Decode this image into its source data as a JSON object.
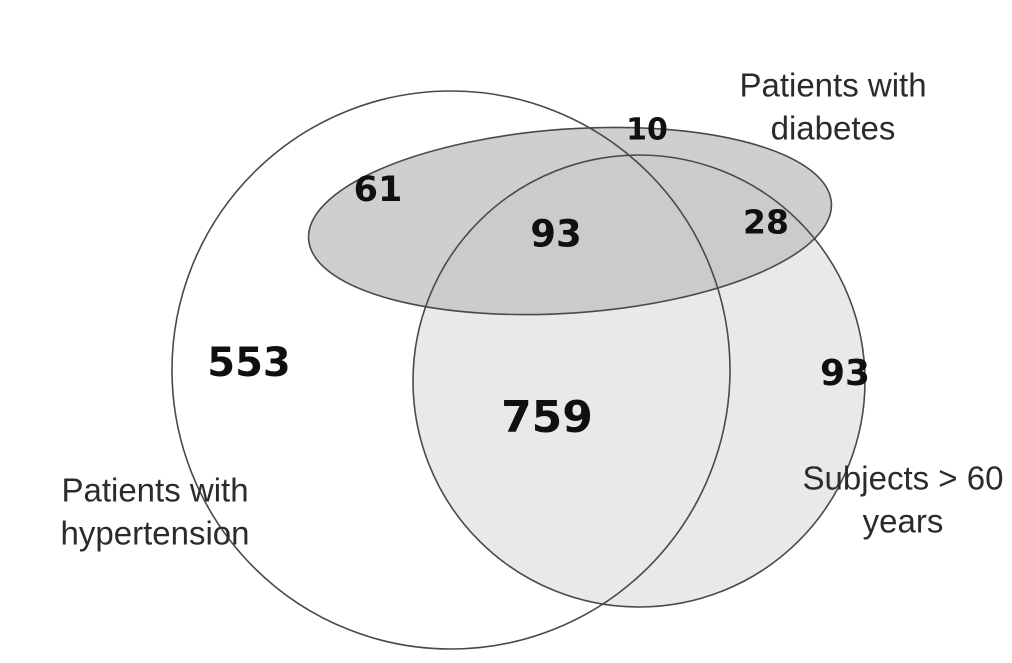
{
  "figure": {
    "type": "venn-diagram",
    "background_color": "#ffffff",
    "set_count": 3
  },
  "chart_data": {
    "type": "venn",
    "title": "",
    "sets": [
      {
        "id": "hypertension",
        "label": "Patients with hypertension",
        "label_line1": "Patients with",
        "label_line2": "hypertension",
        "shape": "circle",
        "fill": "#ffffff",
        "stroke": "#4a4a4a"
      },
      {
        "id": "diabetes",
        "label": "Patients with diabetes",
        "label_line1": "Patients with",
        "label_line2": "diabetes",
        "shape": "ellipse",
        "fill": "#cfcfcf",
        "stroke": "#4a4a4a"
      },
      {
        "id": "over60",
        "label": "Subjects > 60 years",
        "label_line1": "Subjects > 60",
        "label_line2": "years",
        "shape": "circle",
        "fill": "#e9e9e9",
        "stroke": "#4a4a4a"
      }
    ],
    "regions": [
      {
        "id": "hypertension-only",
        "label": "553",
        "value": 553,
        "sets": [
          "hypertension"
        ]
      },
      {
        "id": "diabetes-only",
        "label": "61",
        "value": 61,
        "sets": [
          "diabetes"
        ]
      },
      {
        "id": "over60-only",
        "label": "93",
        "value": 93,
        "sets": [
          "over60"
        ]
      },
      {
        "id": "hypertension-diabetes",
        "label": "10",
        "value": 10,
        "sets": [
          "hypertension",
          "diabetes"
        ]
      },
      {
        "id": "diabetes-over60",
        "label": "28",
        "value": 28,
        "sets": [
          "diabetes",
          "over60"
        ]
      },
      {
        "id": "hypertension-over60",
        "label": "759",
        "value": 759,
        "sets": [
          "hypertension",
          "over60"
        ]
      },
      {
        "id": "all-three",
        "label": "93",
        "value": 93,
        "sets": [
          "hypertension",
          "diabetes",
          "over60"
        ]
      }
    ],
    "counts": {
      "hypertension_only": "553",
      "diabetes_only": "61",
      "over60_only": "93",
      "hypertension_and_diabetes": "10",
      "diabetes_and_over60": "28",
      "hypertension_and_over60": "759",
      "all_three": "93"
    },
    "legend_position": "inline-outside-shapes",
    "grid": false
  }
}
